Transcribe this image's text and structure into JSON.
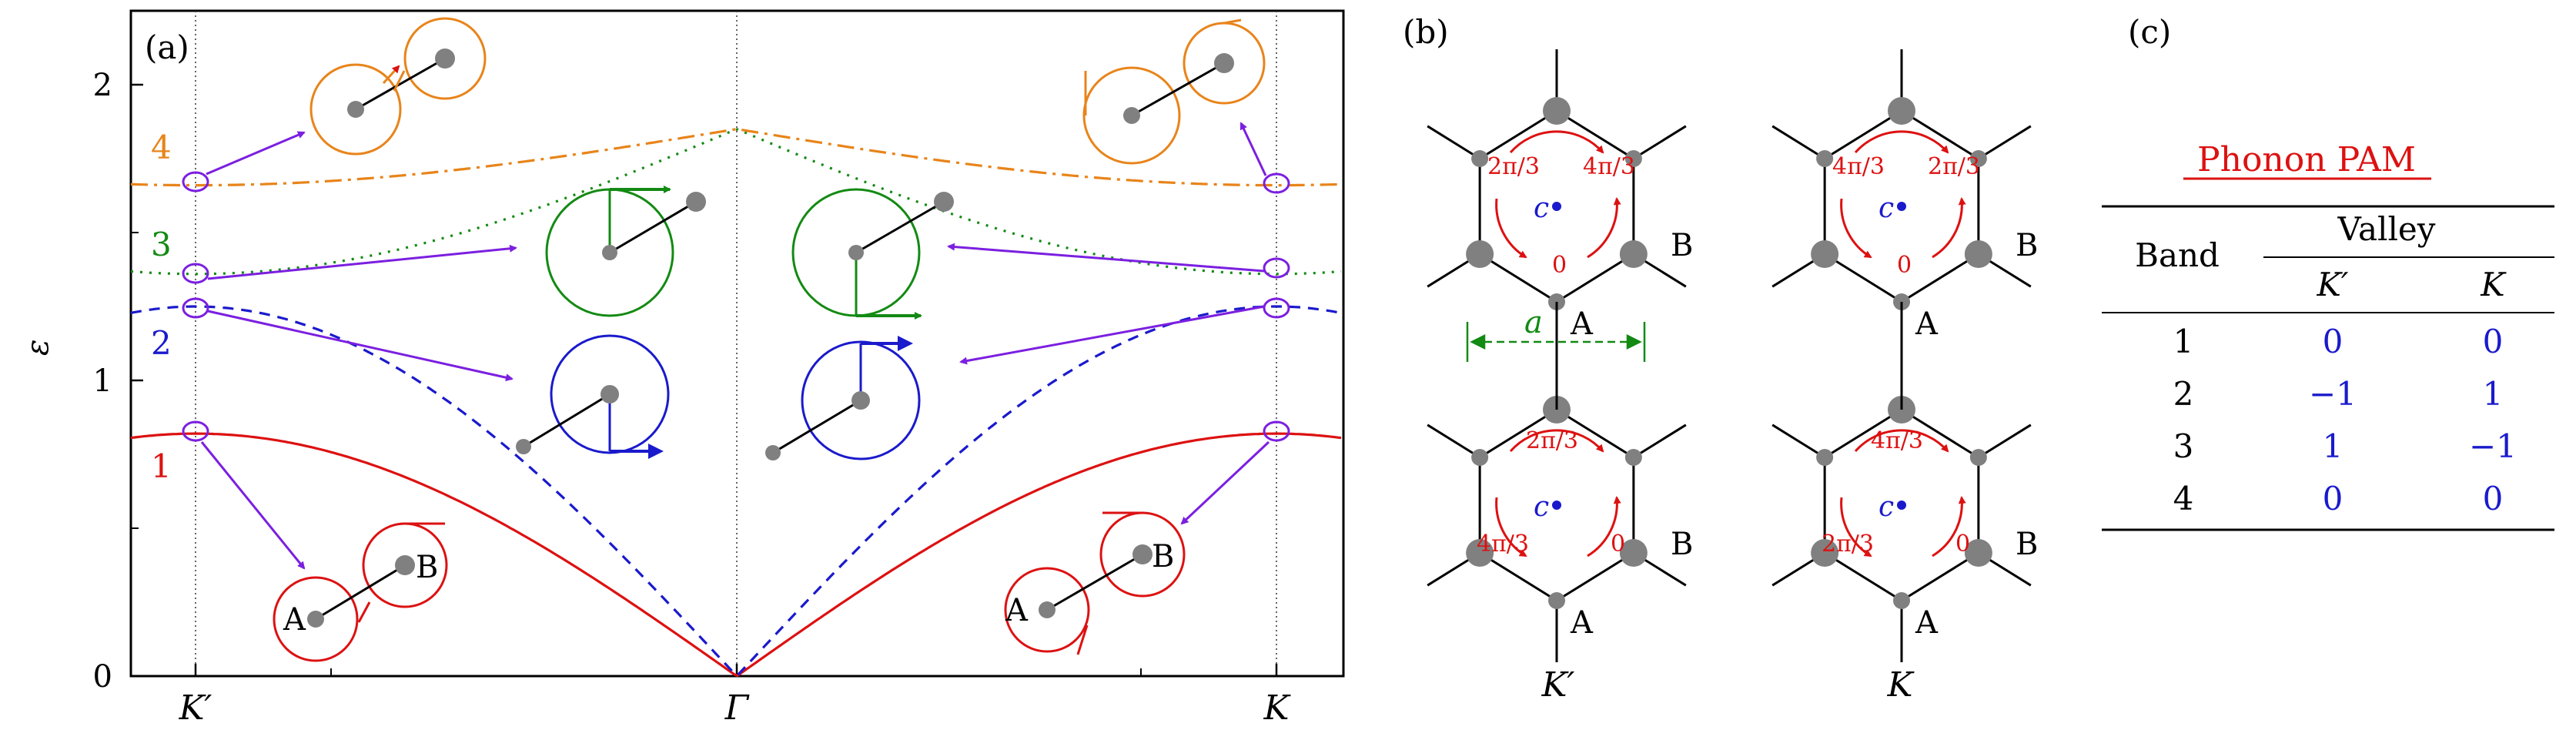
{
  "panel_a": {
    "label": "(a)",
    "y_axis_label": "ε",
    "y_ticks": [
      "0",
      "1",
      "2"
    ],
    "x_ticks": [
      "K′",
      "Γ",
      "K"
    ],
    "band_labels": [
      "1",
      "2",
      "3",
      "4"
    ],
    "site_a": "A",
    "site_b": "B"
  },
  "chart_data": {
    "type": "line",
    "x_ticks": [
      "K′",
      "Γ",
      "K"
    ],
    "ylim": [
      0,
      2.25
    ],
    "ylabel": "ε",
    "series": [
      {
        "name": "1",
        "color": "#dd1111",
        "style": "solid",
        "values_at_ticks": [
          0.82,
          0.0,
          0.82
        ]
      },
      {
        "name": "2",
        "color": "#1a1acc",
        "style": "dashed",
        "values_at_ticks": [
          1.25,
          0.0,
          1.25
        ]
      },
      {
        "name": "3",
        "color": "#138a13",
        "style": "dotted",
        "values_at_ticks": [
          1.36,
          1.85,
          1.36
        ]
      },
      {
        "name": "4",
        "color": "#e8841a",
        "style": "dashdot",
        "values_at_ticks": [
          1.66,
          1.85,
          1.66
        ]
      }
    ]
  },
  "panel_b": {
    "label": "(b)",
    "valley_kp": "K′",
    "valley_k": "K",
    "lattice_const": "a",
    "center_label": "c",
    "site_a": "A",
    "site_b": "B",
    "phases": [
      "2π/3",
      "4π/3",
      "0"
    ]
  },
  "panel_c": {
    "label": "(c)",
    "title": "Phonon PAM",
    "band_header": "Band",
    "valley_header": "Valley",
    "col_kp": "K′",
    "col_k": "K",
    "rows": [
      {
        "band": "1",
        "kp": "0",
        "k": "0"
      },
      {
        "band": "2",
        "kp": "−1",
        "k": "1"
      },
      {
        "band": "3",
        "kp": "1",
        "k": "−1"
      },
      {
        "band": "4",
        "kp": "0",
        "k": "0"
      }
    ]
  },
  "colors": {
    "red": "#dd1111",
    "blue": "#1a1acc",
    "green": "#138a13",
    "orange": "#e8841a",
    "purple": "#7b1fe0",
    "gray": "#808080"
  }
}
